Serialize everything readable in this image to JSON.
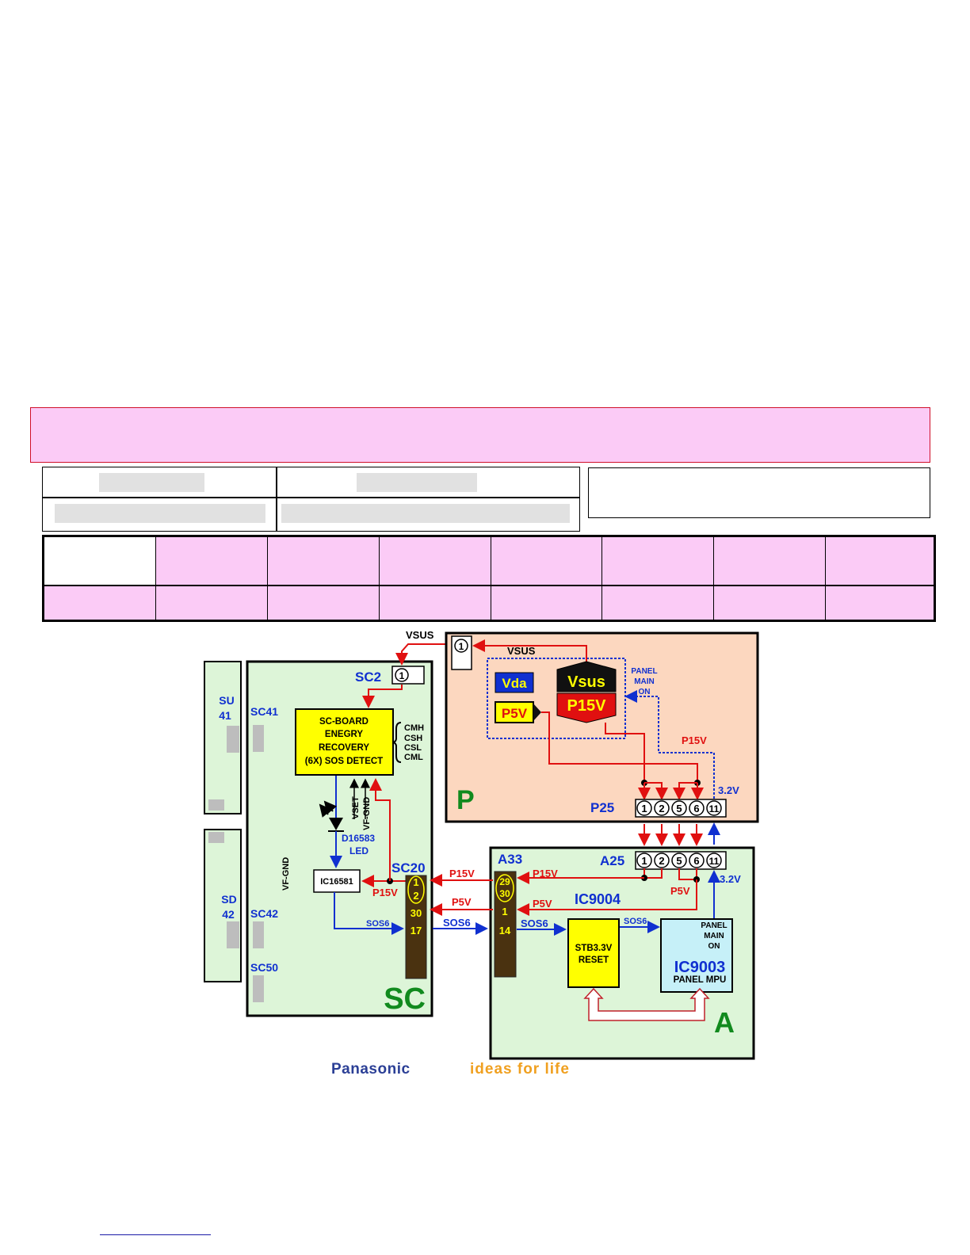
{
  "diagram": {
    "boards": {
      "su": {
        "name": "SU\n41",
        "line1": "SU",
        "line2": "41"
      },
      "sd": {
        "line1": "SD",
        "line2": "42"
      },
      "sc": {
        "name": "SC"
      },
      "p": {
        "name": "P"
      },
      "a": {
        "name": "A"
      }
    },
    "labels": {
      "vsus_top": "VSUS",
      "vsus_inner": "VSUS",
      "sc2": "SC2",
      "sc41": "SC41",
      "sc42": "SC42",
      "sc50": "SC50",
      "sc20": "SC20",
      "vf_gnd_side": "VF-GND",
      "vset": "VSET",
      "vf_gnd_arrow": "VF-GND",
      "d16583": "D16583",
      "led": "LED",
      "ic16581": "IC16581",
      "p15v_sc": "P15V",
      "sos6_sc": "SOS6",
      "p15v_link": "P15V",
      "p5v_link": "P5V",
      "sos6_link": "SOS6",
      "a33": "A33",
      "a25": "A25",
      "ic9004": "IC9004",
      "p15v_a": "P15V",
      "p5v_a": "P5V",
      "p5v_a2": "P5V",
      "sos6_a1": "SOS6",
      "sos6_a2": "SOS6",
      "v32_a": "3.2V",
      "stb_line1": "STB3.3V",
      "stb_line2": "RESET",
      "ic9003_small1": "PANEL",
      "ic9003_small2": "MAIN",
      "ic9003_small3": "ON",
      "ic9003": "IC9003",
      "panel_mpu": "PANEL MPU",
      "vda": "Vda",
      "vsus_box": "Vsus",
      "p15v_box": "P15V",
      "p5v_box": "P5V",
      "panel_main_on1": "PANEL",
      "panel_main_on2": "MAIN",
      "panel_main_on3": "ON",
      "p15v_p": "P15V",
      "v32_p": "3.2V",
      "p25": "P25",
      "cmh": "CMH",
      "csh": "CSH",
      "csl": "CSL",
      "cml": "CML"
    },
    "sc_board_block": [
      "SC-BOARD",
      "ENEGRY",
      "RECOVERY",
      "(6X) SOS DETECT"
    ],
    "connector_pins": [
      "1",
      "2",
      "5",
      "6",
      "11"
    ],
    "sc2_pin": "1",
    "p_top_pin": "1",
    "sc20_pins": [
      "1",
      "2",
      "30",
      "17"
    ],
    "a33_pins": [
      "29",
      "30",
      "1",
      "14"
    ]
  },
  "footer": {
    "brand": "Panasonic",
    "tagline": "ideas for life"
  },
  "colors": {
    "banner": "#fbcbf6",
    "board_green": "#ddf5d8",
    "board_p": "#fcd7bf",
    "yellow_block": "#ffff00",
    "red_line": "#e01010",
    "blue_line": "#1030d0",
    "dark_connector": "#4a3210"
  }
}
